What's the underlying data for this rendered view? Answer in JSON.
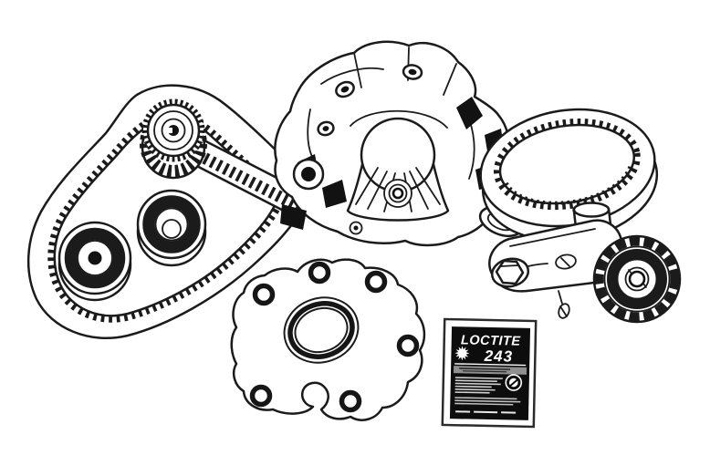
{
  "canvas": {
    "background": "#ffffff"
  },
  "figure": {
    "kind": "technical-line-illustration",
    "subject": "Automotive timing belt kit with water pump, tensioner, gasket and threadlocker",
    "parts": [
      "timing-belt-main-loop",
      "camshaft-sprocket",
      "idler-pulley-upper",
      "idler-pulley-lower",
      "water-pump",
      "timing-belt-right-loop",
      "belt-tensioner-assembly",
      "tensioner-pulley",
      "water-pump-gasket",
      "threadlocker-bottle"
    ]
  },
  "loctite": {
    "brand": "LOCTITE",
    "product_number": "243",
    "colors": {
      "label_background": "#0d0d0d",
      "band": "#8f8f8f",
      "text": "#ffffff",
      "bottle_outline": "#2b2b2b"
    }
  },
  "line": {
    "color": "#1b1b1b"
  }
}
